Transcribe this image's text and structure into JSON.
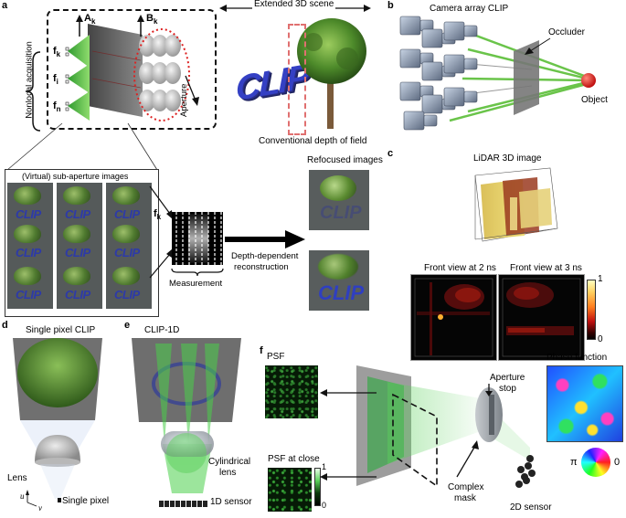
{
  "panel_labels": [
    "a",
    "b",
    "c",
    "d",
    "e",
    "f"
  ],
  "panel_a": {
    "extended_scene": "Extended 3D scene",
    "nonlocal_acquisition": "Nonlocal acquisition",
    "aperture": "Aperture",
    "a_k": "A",
    "a_k_sub": "k",
    "b_k": "B",
    "b_k_sub": "k",
    "f_k": "f",
    "f_k_sub": "k",
    "f_i": "f",
    "f_i_sub": "i",
    "f_n": "f",
    "f_n_sub": "n",
    "clip_word": "CLIP",
    "conventional_dof": "Conventional depth of field",
    "sub_aperture_title": "(Virtual) sub-aperture images",
    "thumb_text": "CLIP",
    "measurement_f": "f",
    "measurement_f_sub": "k",
    "measurement": "Measurement",
    "reconstruction_line1": "Depth-dependent",
    "reconstruction_line2": "reconstruction",
    "refocused": "Refocused images",
    "refocused_text": "CLIP"
  },
  "panel_b": {
    "title": "Camera array CLIP",
    "occluder": "Occluder",
    "object": "Object"
  },
  "panel_c": {
    "lidar_title": "LiDAR 3D image",
    "front_2ns": "Front view at 2 ns",
    "front_3ns": "Front view at 3 ns",
    "colorbar_max": "1",
    "colorbar_min": "0"
  },
  "panel_d": {
    "title": "Single pixel CLIP",
    "lens": "Lens",
    "single_pixel": "Single pixel",
    "axis_u": "u",
    "axis_v": "v"
  },
  "panel_e": {
    "title": "CLIP-1D",
    "cylindrical_line1": "Cylindrical",
    "cylindrical_line2": "lens",
    "sensor_1d": "1D sensor"
  },
  "panel_f": {
    "psf": "PSF",
    "psf_close": "PSF at close",
    "psf_bar_max": "1",
    "psf_bar_min": "0",
    "aperture_stop_line1": "Aperture",
    "aperture_stop_line2": "stop",
    "complex_mask_line1": "Complex",
    "complex_mask_line2": "mask",
    "sensor_2d": "2D sensor",
    "phase_function": "Phase function",
    "wheel_pi": "π",
    "wheel_zero": "0"
  }
}
